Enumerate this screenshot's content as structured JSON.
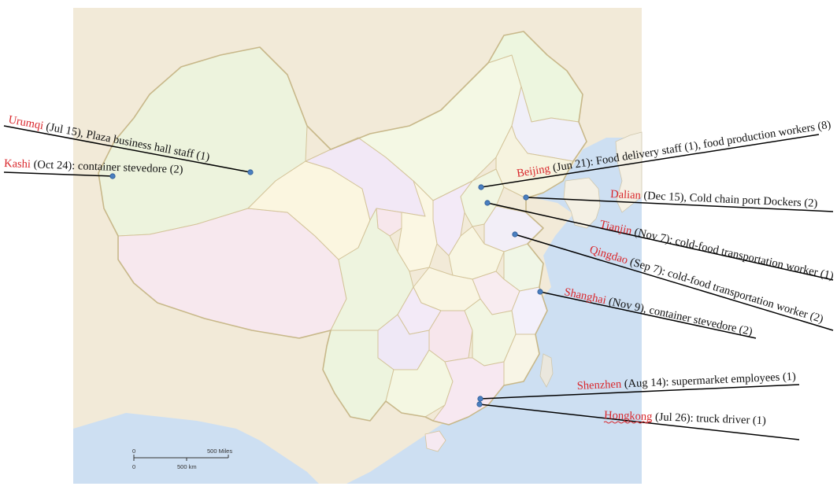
{
  "colors": {
    "city": "#d9262b",
    "text": "#111111",
    "sea": "#cddff2",
    "land_bg": "#f2ead8",
    "marker": "#4a7fc0"
  },
  "annotations": [
    {
      "id": "urumqi",
      "city": "Urumqi",
      "details": " (Jul 15), Plaza business hall staff (1)"
    },
    {
      "id": "kashi",
      "city": "Kashi",
      "details": " (Oct 24): container stevedore (2)"
    },
    {
      "id": "beijing",
      "city": "Beijing",
      "details": " (Jun 21): Food delivery staff (1), food production workers (8)"
    },
    {
      "id": "dalian",
      "city": "Dalian",
      "details": " (Dec 15), Cold chain port Dockers (2)"
    },
    {
      "id": "tianjin",
      "city": "Tianjin",
      "details": " (Nov 7): cold-food transportation worker (1)"
    },
    {
      "id": "qingdao",
      "city": "Qingdao",
      "details": " (Sep 7): cold-food transportation worker (2)"
    },
    {
      "id": "shanghai",
      "city": "Shanghai",
      "details": " (Nov 9), container stevedore (2)"
    },
    {
      "id": "shenzhen",
      "city": "Shenzhen",
      "details": " (Aug 14): supermarket employees (1)"
    },
    {
      "id": "hongkong",
      "city": "Hongkong",
      "details": " (Jul 26): truck driver (1)"
    }
  ],
  "scale_bar": {
    "top_zero": "0",
    "top_value": "500 Miles",
    "bottom_zero": "0",
    "bottom_value": "500 km"
  }
}
